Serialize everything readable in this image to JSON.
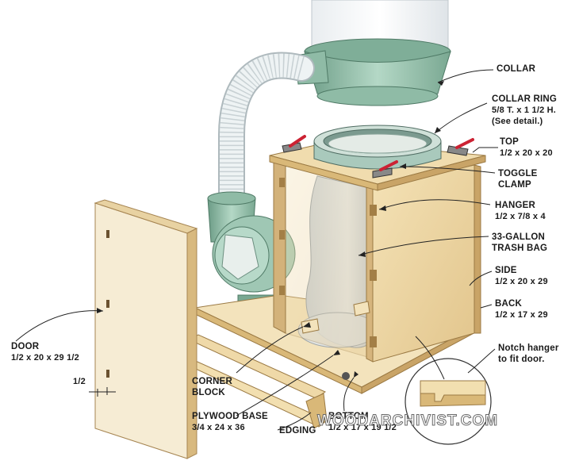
{
  "labels": {
    "collar": {
      "title": "COLLAR"
    },
    "collar_ring": {
      "title": "COLLAR RING",
      "dim": "5/8 T. x 1 1/2 H.",
      "note": "(See detail.)"
    },
    "top": {
      "title": "TOP",
      "dim": "1/2 x 20 x 20"
    },
    "toggle_clamp": {
      "title": "TOGGLE",
      "title2": "CLAMP"
    },
    "hanger": {
      "title": "HANGER",
      "dim": "1/2 x 7/8 x 4"
    },
    "trash_bag": {
      "title": "33-GALLON",
      "title2": "TRASH BAG"
    },
    "side": {
      "title": "SIDE",
      "dim": "1/2 x 20 x 29"
    },
    "back": {
      "title": "BACK",
      "dim": "1/2 x 17 x 29"
    },
    "notch": {
      "title": "Notch hanger",
      "title2": "to fit door."
    },
    "door": {
      "title": "DOOR",
      "dim": "1/2 x 20 x 29 1/2"
    },
    "half": {
      "title": "1/2"
    },
    "corner_block": {
      "title": "CORNER",
      "title2": "BLOCK"
    },
    "plywood_base": {
      "title": "PLYWOOD BASE",
      "dim": "3/4 x 24 x 36"
    },
    "edging": {
      "title": "EDGING"
    },
    "bottom": {
      "title": "BOTTOM",
      "dim": "1/2 x 17 x 19 1/2"
    }
  },
  "watermark": "WOODARCHIVIST.COM",
  "colors": {
    "plywood": "#ead2a0",
    "plywood_dark": "#c9a467",
    "collector_green": "#9ec9b3",
    "collector_dark": "#6c9c86",
    "hose": "#e4ecee",
    "bag": "#cfd8e2",
    "leader": "#222222"
  }
}
